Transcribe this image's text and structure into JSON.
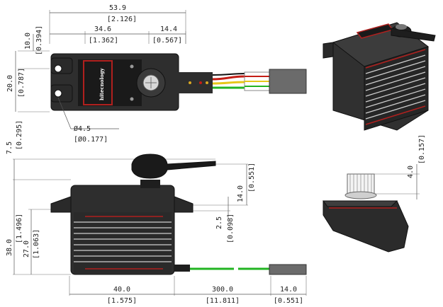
{
  "front_view": {
    "width": "53.9",
    "width_in": "[2.126]",
    "ear_span": "34.6",
    "ear_span_in": "[1.362]",
    "shaft_offset": "14.4",
    "shaft_offset_in": "[0.567]",
    "top_offset": "10.0",
    "top_offset_in": "[0.394]",
    "hole_pitch": "20.0",
    "hole_pitch_in": "[0.787]",
    "hole_dia": "Ø4.5",
    "hole_dia_in": "[Ø0.177]",
    "logo": "hitecnology"
  },
  "side_view": {
    "horn_height": "7.5",
    "horn_height_in": "[0.295]",
    "spline_top": "14.0",
    "spline_top_in": "[0.551]",
    "ear_thickness": "2.5",
    "ear_thickness_in": "[0.098]",
    "total_height": "38.0",
    "total_height_in": "[1.496]",
    "body_height": "27.0",
    "body_height_in": "[1.063]",
    "body_width": "40.0",
    "body_width_in": "[1.575]",
    "wire_length": "300.0",
    "wire_length_in": "[11.811]",
    "connector_length": "14.0",
    "connector_length_in": "[0.551]"
  },
  "detail_view": {
    "spline_height": "4.0",
    "spline_height_in": "[0.157]"
  },
  "colors": {
    "body": "#3a3a3a",
    "accent_red": "#b0201e",
    "wire_green": "#22b422"
  }
}
